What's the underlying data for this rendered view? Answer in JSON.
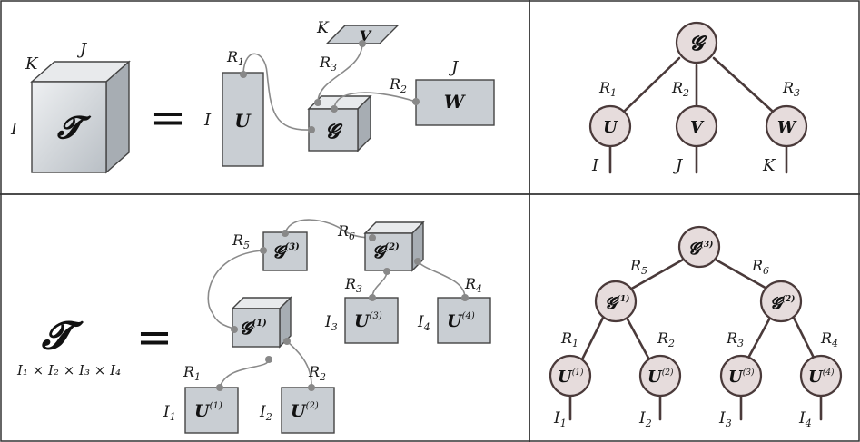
{
  "panel_top_left": {
    "tensor_symbol": "𝓣",
    "cube_dims": {
      "front": "I",
      "depth": "K",
      "top": "J"
    },
    "equals": "=",
    "factor_u": {
      "label": "U",
      "dim": "I",
      "rank": "R",
      "rank_sub": "1"
    },
    "factor_v": {
      "label": "V",
      "dim": "K",
      "rank": "R",
      "rank_sub": "3"
    },
    "factor_w": {
      "label": "W",
      "dim": "J",
      "rank": "R",
      "rank_sub": "2"
    },
    "core": {
      "label": "𝓖"
    }
  },
  "panel_top_right": {
    "root": "𝓖",
    "children": [
      {
        "label": "U",
        "rank": "R",
        "rank_sub": "1",
        "dim": "I"
      },
      {
        "label": "V",
        "rank": "R",
        "rank_sub": "2",
        "dim": "J"
      },
      {
        "label": "W",
        "rank": "R",
        "rank_sub": "3",
        "dim": "K"
      }
    ]
  },
  "panel_bottom_left": {
    "tensor_symbol": "𝓣",
    "tensor_dims": "I₁ × I₂ × I₃ × I₄",
    "equals": "=",
    "cores": [
      {
        "label": "𝓖",
        "sup": "(3)"
      },
      {
        "label": "𝓖",
        "sup": "(2)"
      },
      {
        "label": "𝓖",
        "sup": "(1)"
      }
    ],
    "factors": [
      {
        "label": "U",
        "sup": "(1)",
        "dim": "I",
        "dim_sub": "1"
      },
      {
        "label": "U",
        "sup": "(2)",
        "dim": "I",
        "dim_sub": "2"
      },
      {
        "label": "U",
        "sup": "(3)",
        "dim": "I",
        "dim_sub": "3"
      },
      {
        "label": "U",
        "sup": "(4)",
        "dim": "I",
        "dim_sub": "4"
      }
    ],
    "ranks": [
      {
        "r": "R",
        "sub": "1"
      },
      {
        "r": "R",
        "sub": "2"
      },
      {
        "r": "R",
        "sub": "3"
      },
      {
        "r": "R",
        "sub": "4"
      },
      {
        "r": "R",
        "sub": "5"
      },
      {
        "r": "R",
        "sub": "6"
      }
    ]
  },
  "panel_bottom_right": {
    "root": {
      "label": "𝓖",
      "sup": "(3)"
    },
    "mid": [
      {
        "label": "𝓖",
        "sup": "(1)"
      },
      {
        "label": "𝓖",
        "sup": "(2)"
      }
    ],
    "leaves": [
      {
        "label": "U",
        "sup": "(1)",
        "dim": "I",
        "dim_sub": "1"
      },
      {
        "label": "U",
        "sup": "(2)",
        "dim": "I",
        "dim_sub": "2"
      },
      {
        "label": "U",
        "sup": "(3)",
        "dim": "I",
        "dim_sub": "3"
      },
      {
        "label": "U",
        "sup": "(4)",
        "dim": "I",
        "dim_sub": "4"
      }
    ],
    "ranks": [
      {
        "r": "R",
        "sub": "5"
      },
      {
        "r": "R",
        "sub": "6"
      },
      {
        "r": "R",
        "sub": "1"
      },
      {
        "r": "R",
        "sub": "2"
      },
      {
        "r": "R",
        "sub": "3"
      },
      {
        "r": "R",
        "sub": "4"
      }
    ]
  },
  "colors": {
    "node_fill": "#e6dcdc",
    "node_stroke": "#4a3a3a",
    "box": "#c9ced3",
    "edge": "#8a8a8a"
  }
}
